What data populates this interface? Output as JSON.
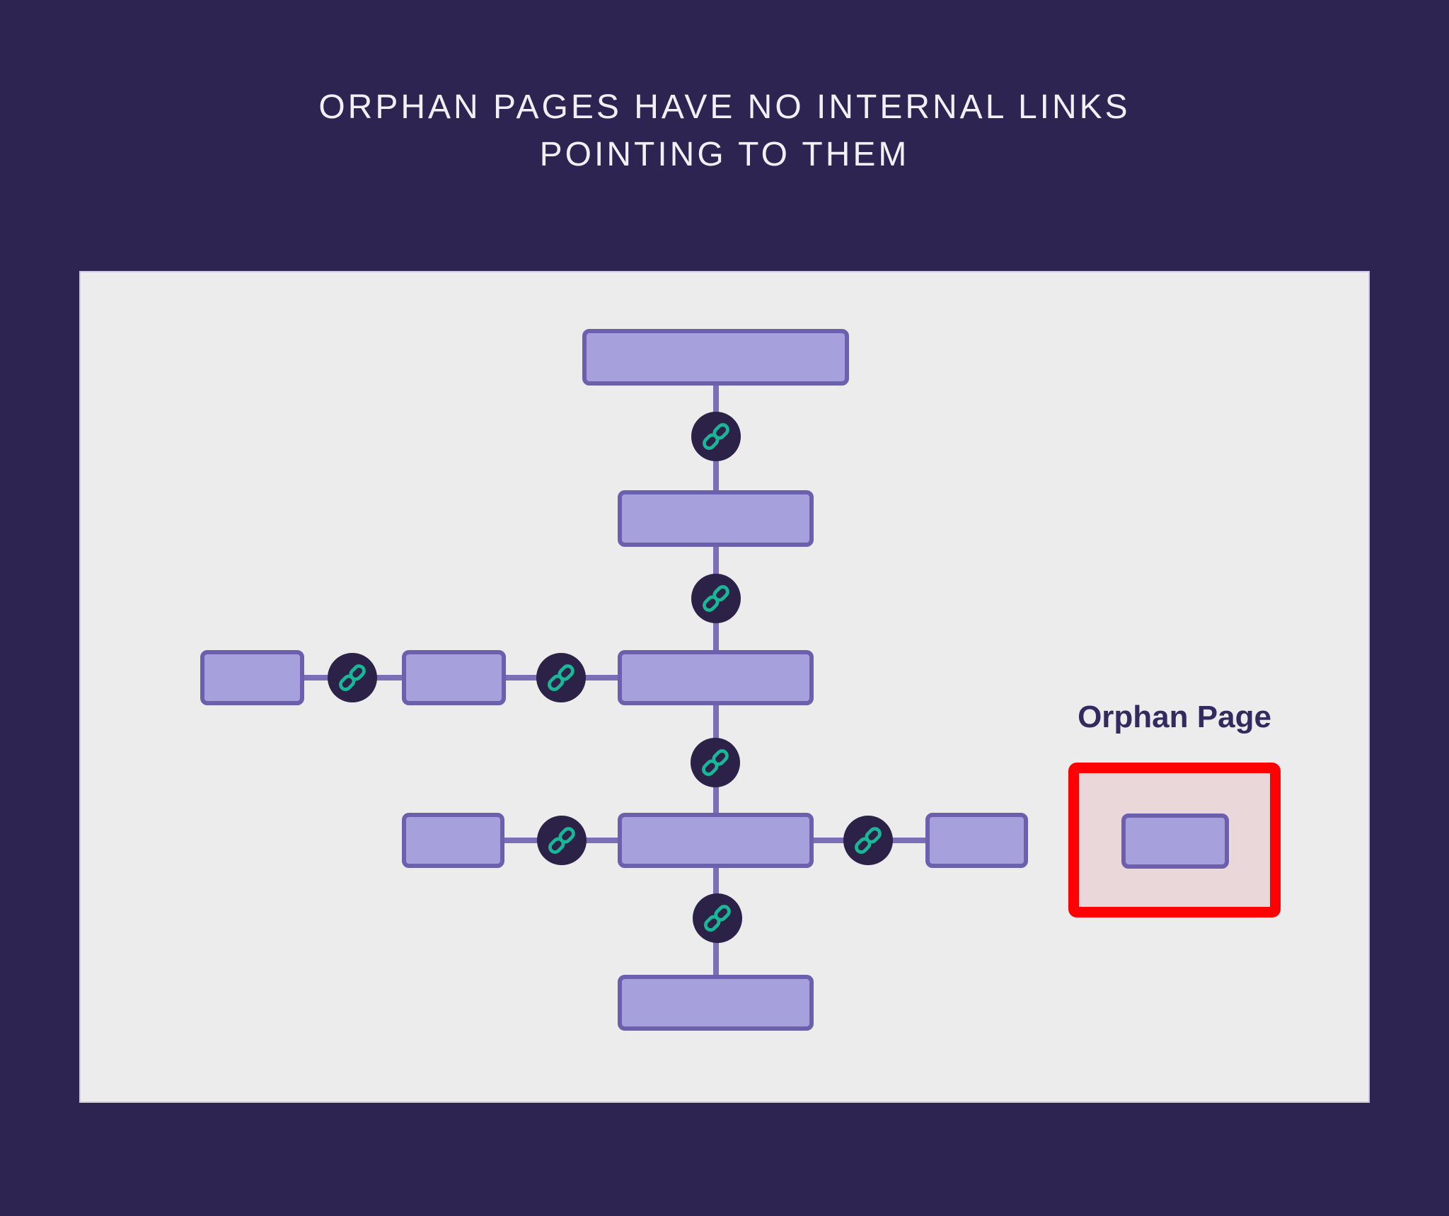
{
  "header": {
    "title_line1": "ORPHAN PAGES HAVE NO INTERNAL LINKS",
    "title_line2": "POINTING TO THEM"
  },
  "orphan": {
    "label": "Orphan Page"
  },
  "diagram": {
    "linked_page_node_count": 9,
    "orphan_page_node_count": 1,
    "internal_link_icon_count": 8
  },
  "colors": {
    "background": "#2e2452",
    "title_text": "#f2f0f7",
    "panel": "#ececec",
    "panel_border": "#cfc9e2",
    "node_fill": "#a6a0dc",
    "node_border": "#6c60ae",
    "connector": "#7b70b8",
    "badge_bg": "#2c2248",
    "link_icon": "#19b697",
    "orphan_border": "#ff0105",
    "orphan_fill": "#e9d7d9",
    "orphan_label_text": "#332a5e"
  }
}
